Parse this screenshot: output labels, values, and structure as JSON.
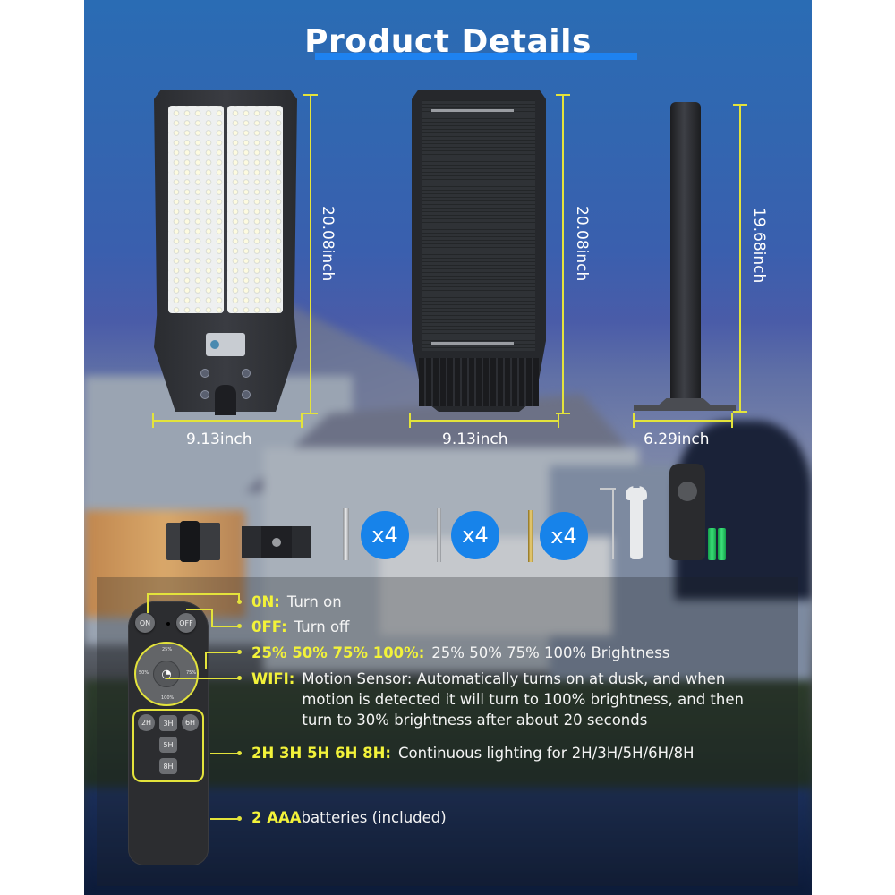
{
  "header": {
    "title": "Product Details",
    "underline_color": "#1e82f0"
  },
  "dimensions": {
    "lamp_front": {
      "height": "20.08inch",
      "width": "9.13inch"
    },
    "lamp_back": {
      "height": "20.08inch",
      "width": "9.13inch"
    },
    "pole": {
      "height": "19.68inch",
      "width": "6.29inch"
    },
    "line_color": "#e3e33b"
  },
  "accessories": {
    "items": [
      {
        "name": "mounting-hinge",
        "count": ""
      },
      {
        "name": "mounting-plate",
        "count": ""
      },
      {
        "name": "screw",
        "count": "x4"
      },
      {
        "name": "bolt-with-nut",
        "count": "x4"
      },
      {
        "name": "expansion-anchor",
        "count": "x4"
      },
      {
        "name": "hex-key",
        "count": ""
      },
      {
        "name": "wrench",
        "count": ""
      },
      {
        "name": "remote-control",
        "count": ""
      },
      {
        "name": "aaa-batteries",
        "count": ""
      }
    ],
    "badge_color": "#1783ea"
  },
  "remote": {
    "buttons": {
      "on": "ON",
      "off": "OFF",
      "dial_top": "25%",
      "dial_left": "50%",
      "dial_right": "75%",
      "dial_bottom": "100%",
      "t2h": "2H",
      "t3h": "3H",
      "t5h": "5H",
      "t6h": "6H",
      "t8h": "8H"
    },
    "highlight_color": "#e3e33b"
  },
  "features": [
    {
      "key": "0N:",
      "value": "Turn on"
    },
    {
      "key": "0FF:",
      "value": "Turn off"
    },
    {
      "key": "25% 50% 75% 100%:",
      "value": "25% 50% 75% 100% Brightness"
    },
    {
      "key": "WIFI:",
      "value_lines": [
        "Motion Sensor: Automatically turns on at dusk, and when",
        "motion is detected it will turn to 100% brightness, and then",
        "turn to 30% brightness after about 20 seconds"
      ]
    },
    {
      "key": "2H 3H 5H 6H 8H:",
      "value": "Continuous lighting for 2H/3H/5H/6H/8H"
    },
    {
      "key": "2 AAA",
      "value": "batteries (included)"
    }
  ]
}
